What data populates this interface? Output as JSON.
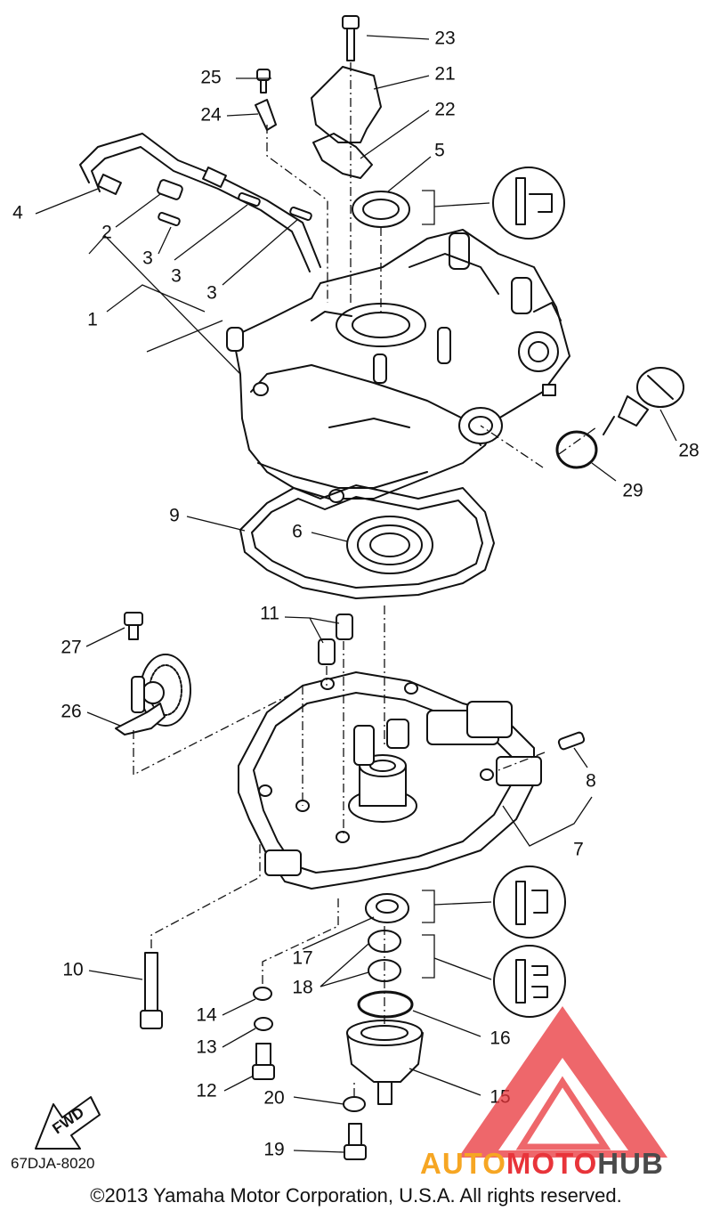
{
  "diagram": {
    "part_callouts": [
      {
        "id": "p1",
        "label": "1"
      },
      {
        "id": "p2",
        "label": "2"
      },
      {
        "id": "p3a",
        "label": "3"
      },
      {
        "id": "p3b",
        "label": "3"
      },
      {
        "id": "p3c",
        "label": "3"
      },
      {
        "id": "p4",
        "label": "4"
      },
      {
        "id": "p5",
        "label": "5"
      },
      {
        "id": "p6",
        "label": "6"
      },
      {
        "id": "p7",
        "label": "7"
      },
      {
        "id": "p8",
        "label": "8"
      },
      {
        "id": "p9",
        "label": "9"
      },
      {
        "id": "p10",
        "label": "10"
      },
      {
        "id": "p11",
        "label": "11"
      },
      {
        "id": "p12",
        "label": "12"
      },
      {
        "id": "p13",
        "label": "13"
      },
      {
        "id": "p14",
        "label": "14"
      },
      {
        "id": "p15",
        "label": "15"
      },
      {
        "id": "p16",
        "label": "16"
      },
      {
        "id": "p17",
        "label": "17"
      },
      {
        "id": "p18",
        "label": "18"
      },
      {
        "id": "p19",
        "label": "19"
      },
      {
        "id": "p20",
        "label": "20"
      },
      {
        "id": "p21",
        "label": "21"
      },
      {
        "id": "p22",
        "label": "22"
      },
      {
        "id": "p23",
        "label": "23"
      },
      {
        "id": "p24",
        "label": "24"
      },
      {
        "id": "p25",
        "label": "25"
      },
      {
        "id": "p26",
        "label": "26"
      },
      {
        "id": "p27",
        "label": "27"
      },
      {
        "id": "p28",
        "label": "28"
      },
      {
        "id": "p29",
        "label": "29"
      }
    ],
    "direction_label": "FWD",
    "drawing_code": "67DJA-8020",
    "copyright": "©2013 Yamaha Motor Corporation, U.S.A. All rights reserved."
  },
  "watermark": {
    "word_1": "AUTO",
    "word_2": "MOTO",
    "word_3": "HUB",
    "colors": {
      "triangle": "#e8343a",
      "auto": "#f6a623",
      "moto": "#e8343a",
      "hub": "#4a4a4a"
    }
  }
}
